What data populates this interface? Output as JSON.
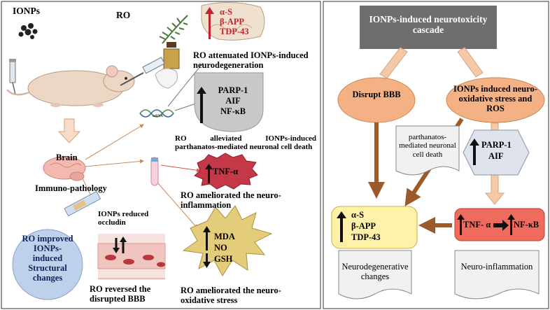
{
  "left": {
    "ionps_label": "IONPs",
    "ro_label": "RO",
    "brain_label": "Brain",
    "immuno_label": "Immuno-pathology",
    "mrna_label": "mRNA",
    "brain_markers": [
      "α-S",
      "β-APP",
      "TDP-43"
    ],
    "neurodegeneration_caption": "RO attenuated  IONPs-induced neurodegeneration",
    "parthanatos_markers": [
      "PARP-1",
      "AIF",
      "NF-κB"
    ],
    "parthanatos_caption": "RO        alleviated        IONPs-induced parthanatos-mediated neuronal cell death",
    "tnf_label": "TNF-α",
    "inflammation_caption": "RO ameliorated the neuro-inflammation",
    "oxidative_markers": [
      "MDA",
      "NO",
      "GSH"
    ],
    "oxidative_caption": "RO ameliorated the neuro-oxidative stress",
    "occludin_label": "IONPs reduced occludin",
    "bbb_caption": "RO reversed the disrupted BBB",
    "structural_circle": "RO improved IONPs-induced Structural changes"
  },
  "right": {
    "header": "IONPs-induced neurotoxicity cascade",
    "disrupt_bbb": "Disrupt BBB",
    "ionps_stress": "IONPs induced neuro-oxidative stress and ROS",
    "parthanatos_note": "parthanatos-mediated neuronal cell death",
    "parp_lines": [
      "PARP-1",
      "AIF"
    ],
    "markers_box": [
      "α-S",
      "β-APP",
      "TDP-43"
    ],
    "tnf_box_a": "TNF- α",
    "tnf_box_b": "NF-κB",
    "neurodegenerative_label": "Neurodegenerative changes",
    "neuroinflammation_label": "Neuro-inflammation"
  },
  "colors": {
    "header_bg": "#6e6e6e",
    "orange_node": "#f4b183",
    "yellow_box": "#fff2a8",
    "red_box": "#ee6b5d",
    "arrow_brown": "#9c5a2a",
    "arrow_light": "#f4c9a8",
    "shield_gray": "#c8c8c8",
    "hexagon": "#dfe3ec"
  }
}
